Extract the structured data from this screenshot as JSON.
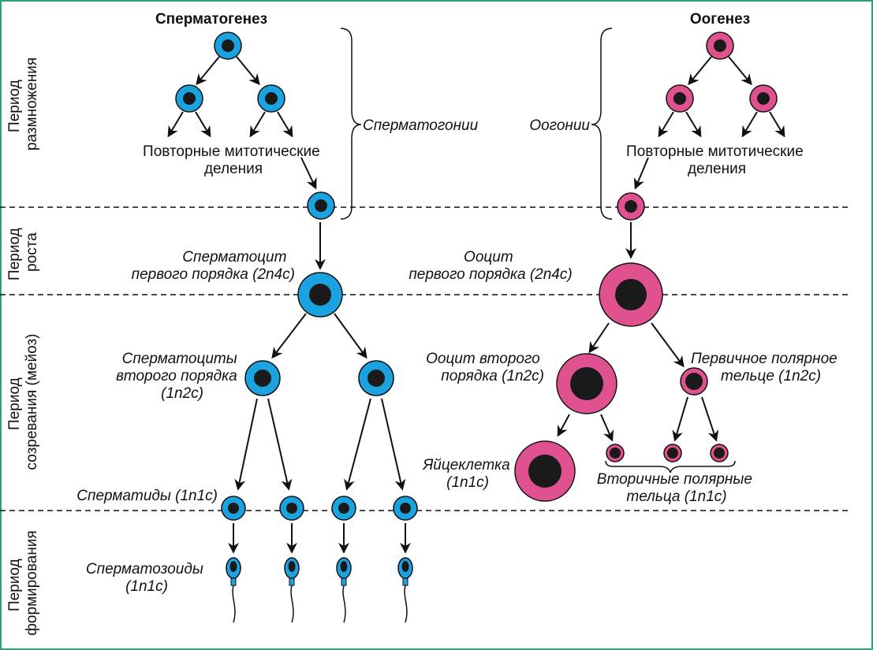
{
  "colors": {
    "sperm": "#1aa3e0",
    "egg": "#e0528f",
    "nucleus": "#1a1a1a",
    "frame": "#2e9f7f"
  },
  "titles": {
    "left": "Сперматогенез",
    "right": "Оогенез"
  },
  "periods": {
    "reproduction": [
      "Период",
      "размножения"
    ],
    "growth": [
      "Период",
      "роста"
    ],
    "maturation": [
      "Период",
      "созревания (мейоз)"
    ],
    "formation": [
      "Период",
      "формирования"
    ]
  },
  "sperm_labels": {
    "spermatogonia": "Сперматогонии",
    "mitotic": [
      "Повторные митотические",
      "деления"
    ],
    "spermatocyte1": [
      "Сперматоцит",
      "первого порядка (2n4c)"
    ],
    "spermatocyte2": [
      "Сперматоциты",
      "второго порядка",
      "(1n2c)"
    ],
    "spermatids": "Сперматиды (1n1c)",
    "spermatozoa": [
      "Сперматозоиды",
      "(1n1c)"
    ]
  },
  "egg_labels": {
    "oogonia": "Оогонии",
    "mitotic": [
      "Повторные митотические",
      "деления"
    ],
    "oocyte1": [
      "Ооцит",
      "первого порядка (2n4c)"
    ],
    "oocyte2": [
      "Ооцит второго",
      "порядка (1n2c)"
    ],
    "polar1": [
      "Первичное полярное",
      "тельце (1n2c)"
    ],
    "egg": [
      "Яйцеклетка",
      "(1n1c)"
    ],
    "polar2": [
      "Вторичные полярные",
      "тельца (1n1c)"
    ]
  }
}
